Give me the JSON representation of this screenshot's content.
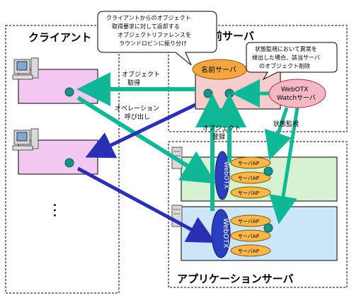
{
  "zones": {
    "client_title": "クライアント",
    "name_server_title": "名前サーバ",
    "app_server_title": "アプリケーションサーバ"
  },
  "callouts": {
    "client_lines": [
      "クライアントからのオブジェクト",
      "取得要求に対して返却する",
      "オブジェクトリファレンスを",
      "ラウンドロビンに振り分け"
    ],
    "monitor_lines": [
      "状態監視において異常を",
      "検出した場合、該当サーバ",
      "のオブジェクト削除"
    ]
  },
  "nodes": {
    "name_server_label": "名前サーバ",
    "watch_lines": [
      "WebOTX",
      "Watchサーバ"
    ],
    "webotx_label": "WebOTX",
    "server_ap": [
      "サーバAP",
      "サーバAP",
      "サーバAP"
    ]
  },
  "arrows": {
    "get_object_lines": [
      "オブジェクト",
      "取得"
    ],
    "invoke_lines": [
      "オペレーション",
      "呼び出し"
    ],
    "register_lines": [
      "オブジェクト",
      "登録"
    ],
    "monitor_label": "状態監視"
  },
  "ellipsis": "…",
  "colors": {
    "client_panel": "#f4c8f0",
    "name_server_panel": "#f6cccc",
    "app_panel_top": "#d6f2d2",
    "app_panel_bottom": "#cce6fa",
    "green_arrow": "#10b898",
    "blue_arrow": "#2a2fb4",
    "ellipse_orange": "#f4a641",
    "watch_pink": "#f4b8c4",
    "server_ap_orange": "#f9b64a"
  }
}
